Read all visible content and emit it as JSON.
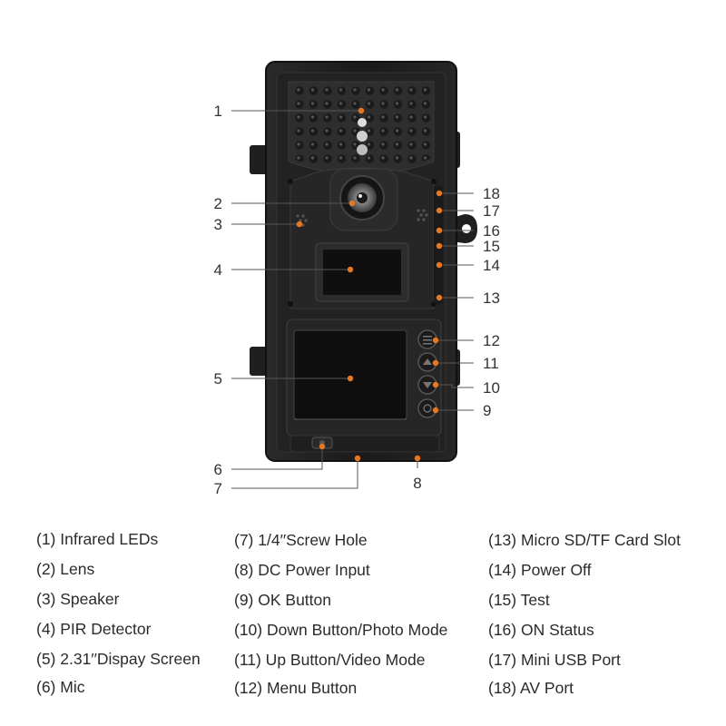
{
  "callout_color": "#e87722",
  "body_color": "#1c1c1c",
  "callout_numbers": [
    "1",
    "2",
    "3",
    "4",
    "5",
    "6",
    "7",
    "8",
    "9",
    "10",
    "11",
    "12",
    "13",
    "14",
    "15",
    "16",
    "17",
    "18"
  ],
  "legend": {
    "col1": [
      "(1) Infrared LEDs",
      "(2) Lens",
      "(3) Speaker",
      "(4) PIR Detector",
      "(5) 2.31′′Dispay Screen",
      "(6) Mic"
    ],
    "col2": [
      "(7) 1/4′′Screw Hole",
      "(8) DC Power Input",
      "(9) OK Button",
      "(10) Down Button/Photo Mode",
      "(11) Up Button/Video Mode",
      "(12) Menu Button"
    ],
    "col3": [
      "(13) Micro SD/TF Card Slot",
      "(14) Power Off",
      "(15) Test",
      "(16) ON Status",
      "(17) Mini USB Port",
      "(18) AV Port"
    ]
  }
}
